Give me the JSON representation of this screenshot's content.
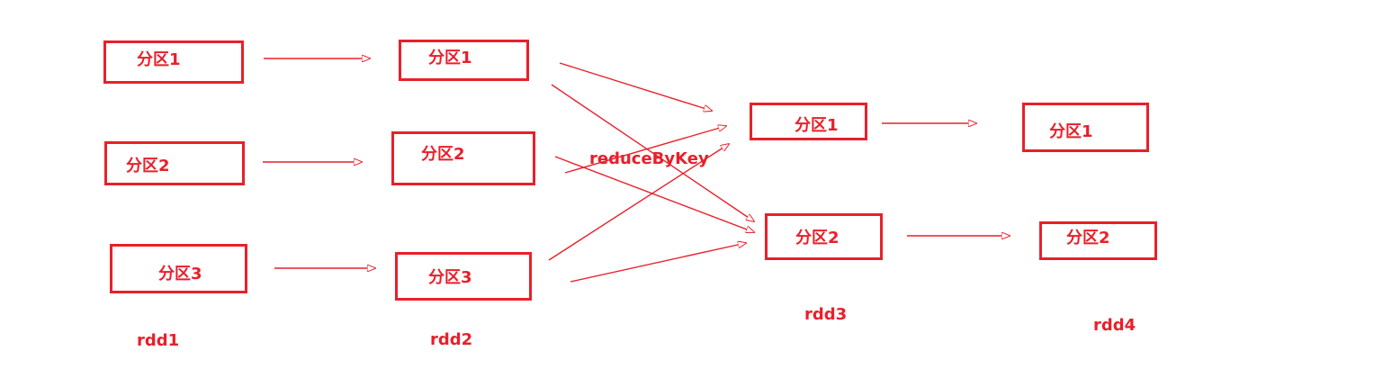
{
  "colors": {
    "accent": "#e8202a"
  },
  "rdd1": {
    "name": "rdd1",
    "partitions": [
      "分区1",
      "分区2",
      "分区3"
    ]
  },
  "rdd2": {
    "name": "rdd2",
    "partitions": [
      "分区1",
      "分区2",
      "分区3"
    ]
  },
  "rdd3": {
    "name": "rdd3",
    "partitions": [
      "分区1",
      "分区2"
    ]
  },
  "rdd4": {
    "name": "rdd4",
    "partitions": [
      "分区1",
      "分区2"
    ]
  },
  "operation": "reduceByKey"
}
